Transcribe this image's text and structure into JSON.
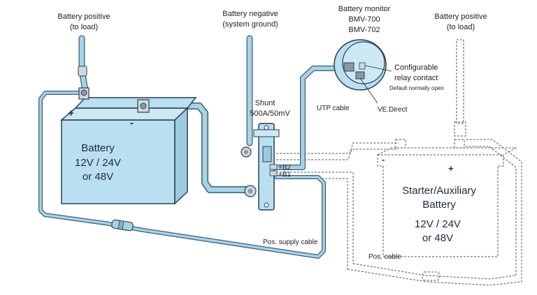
{
  "labels": {
    "battery_positive_left": [
      "Battery positive",
      "(to load)"
    ],
    "battery_negative": [
      "Battery negative",
      "(system ground)"
    ],
    "battery_monitor": [
      "Battery monitor",
      "BMV-700",
      "BMV-702"
    ],
    "battery_positive_right": [
      "Battery positive",
      "(to load)"
    ],
    "relay_contact": [
      "Configurable",
      "relay contact"
    ],
    "relay_default": "Default normally open",
    "vedirect": "VE.Direct",
    "utp_cable": "UTP cable",
    "shunt": [
      "Shunt",
      "500A/50mV"
    ],
    "b2": "+B2",
    "b1": "+B1",
    "pos_supply_cable": "Pos. supply cable",
    "pos_cable": "Pos.  cable"
  },
  "main_battery": {
    "lines": [
      "Battery",
      "12V  / 24V",
      "or 48V"
    ],
    "plus": "+",
    "minus": "-"
  },
  "starter_battery": {
    "lines": [
      "Starter/Auxiliary",
      "Battery",
      "12V  / 24V",
      "or 48V"
    ],
    "plus": "+",
    "minus": "-"
  },
  "colors": {
    "cable_fill": "#a9d3e4",
    "cable_stroke": "#3a5f78",
    "battery_fill": "#b9dff0",
    "outline": "#2b3f55"
  }
}
